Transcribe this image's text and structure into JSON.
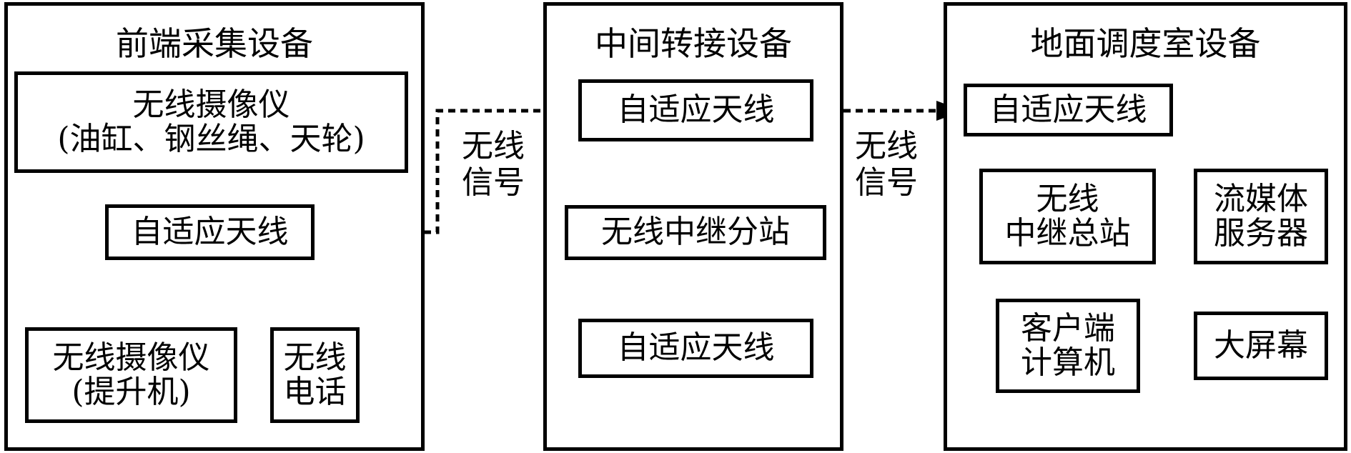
{
  "panels": {
    "front": {
      "title": "前端采集设备",
      "camera_main": {
        "line1": "无线摄像仪",
        "line2": "(油缸、钢丝绳、天轮)"
      },
      "antenna": "自适应天线",
      "camera_hoist": {
        "line1": "无线摄像仪",
        "line2": "(提升机)"
      },
      "phone": {
        "line1": "无线",
        "line2": "电话"
      }
    },
    "middle": {
      "title": "中间转接设备",
      "antenna_in": "自适应天线",
      "substation": "无线中继分站",
      "antenna_out": "自适应天线"
    },
    "ground": {
      "title": "地面调度室设备",
      "antenna": "自适应天线",
      "master_station": {
        "line1": "无线",
        "line2": "中继总站"
      },
      "media_server": {
        "line1": "流媒体",
        "line2": "服务器"
      },
      "client_pc": {
        "line1": "客户端",
        "line2": "计算机"
      },
      "big_screen": "大屏幕"
    }
  },
  "links": {
    "signal1": {
      "line1": "无线",
      "line2": "信号"
    },
    "signal2": {
      "line1": "无线",
      "line2": "信号"
    }
  }
}
